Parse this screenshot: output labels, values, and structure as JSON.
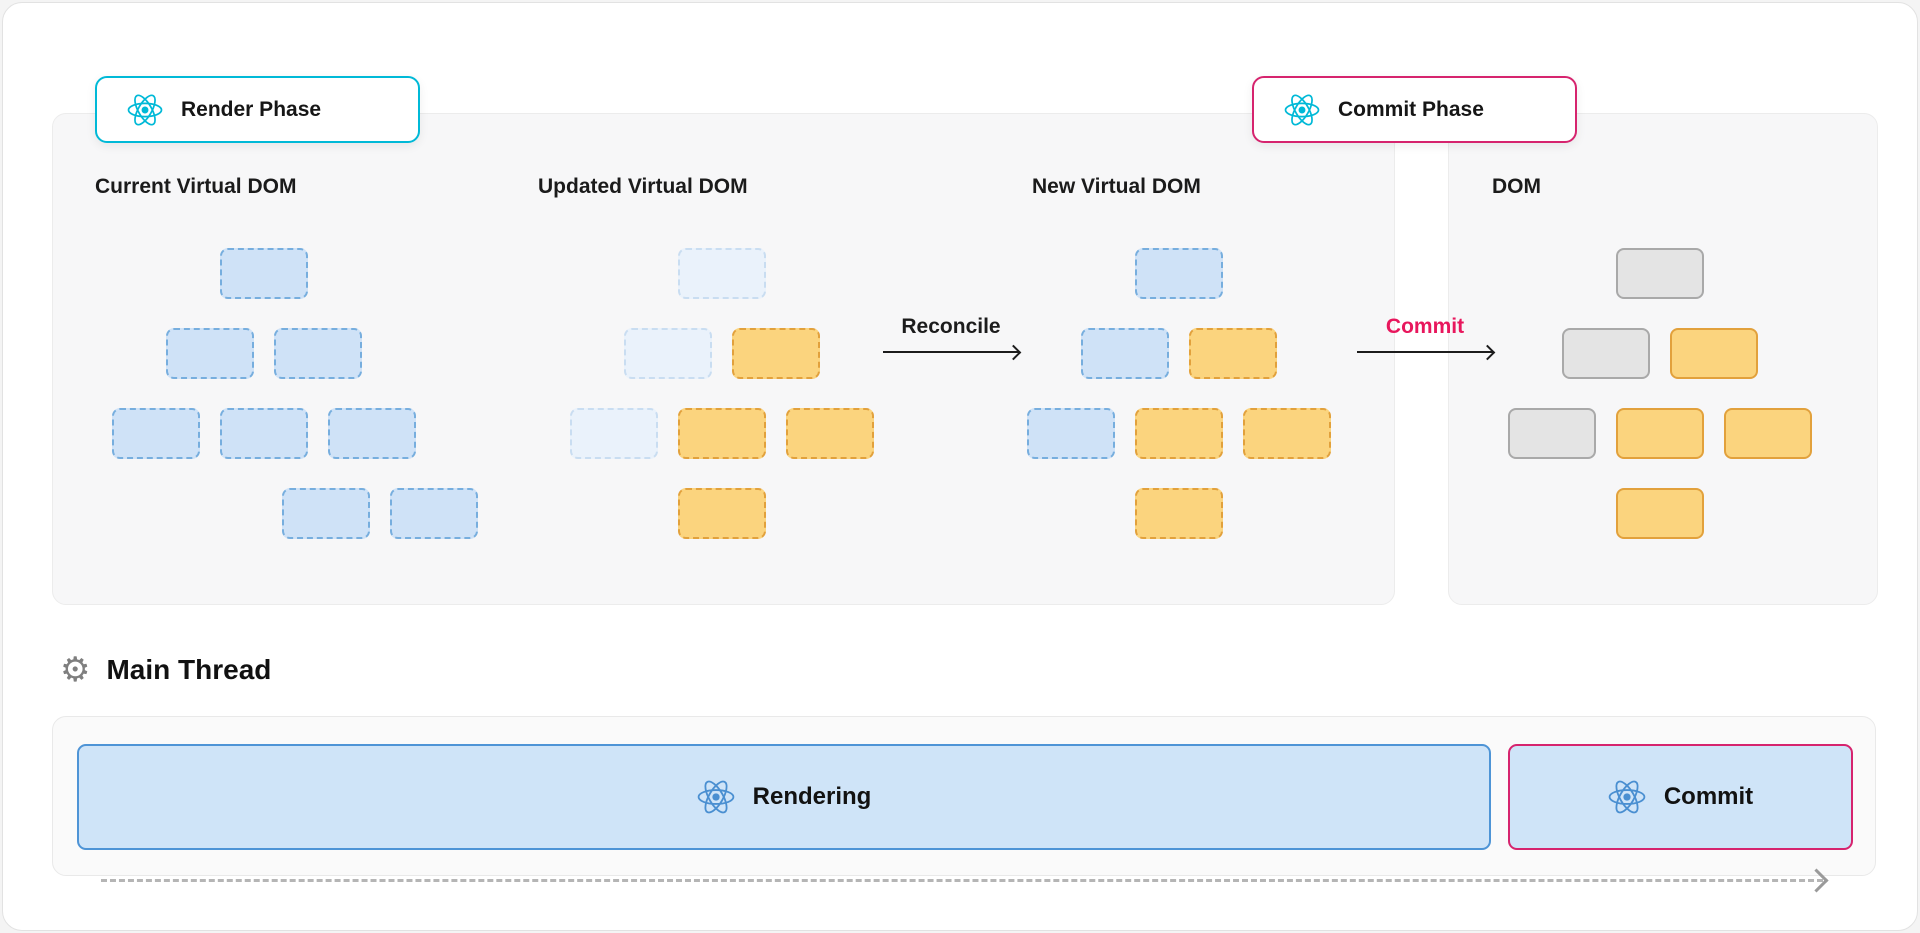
{
  "colors": {
    "cyan": "#00b9d7",
    "pink": "#d6246e",
    "pink_text": "#e8175d",
    "react_blue": "#4a8fd1",
    "bar_fill": "#cfe4f8",
    "bar_border_blue": "#4e94d6",
    "node_blue_fill": "#cfe2f7",
    "node_blue_border": "#77aede",
    "node_faded_fill": "#eaf2fb",
    "node_faded_border": "#c9ddf1",
    "node_orange_fill": "#fbd47e",
    "node_orange_border": "#e2a13c",
    "node_gray_fill": "#e4e4e4",
    "node_gray_border": "#a9a9a9",
    "arrow_black": "#1c1c1c",
    "dashed_gray": "#b5b5b5"
  },
  "badges": {
    "render": {
      "label": "Render Phase"
    },
    "commit": {
      "label": "Commit Phase"
    }
  },
  "diagram": {
    "trees": [
      {
        "id": "current-virtual-dom",
        "title": "Current Virtual DOM",
        "node_style": "dashed",
        "rows": [
          {
            "nodes": [
              "blue"
            ]
          },
          {
            "nodes": [
              "blue",
              "blue"
            ]
          },
          {
            "nodes": [
              "blue",
              "blue",
              "blue"
            ]
          },
          {
            "nodes": [
              "blue",
              "blue"
            ],
            "offset_right": true
          }
        ]
      },
      {
        "id": "updated-virtual-dom",
        "title": "Updated Virtual DOM",
        "node_style": "dashed",
        "rows": [
          {
            "nodes": [
              "faded"
            ]
          },
          {
            "nodes": [
              "faded",
              "orange"
            ]
          },
          {
            "nodes": [
              "faded",
              "orange",
              "orange"
            ]
          },
          {
            "nodes": [
              "orange"
            ]
          }
        ]
      },
      {
        "id": "new-virtual-dom",
        "title": "New Virtual DOM",
        "node_style": "dashed",
        "rows": [
          {
            "nodes": [
              "blue"
            ]
          },
          {
            "nodes": [
              "blue",
              "orange"
            ]
          },
          {
            "nodes": [
              "blue",
              "orange",
              "orange"
            ]
          },
          {
            "nodes": [
              "orange"
            ]
          }
        ]
      },
      {
        "id": "dom",
        "title": "DOM",
        "node_style": "solid",
        "rows": [
          {
            "nodes": [
              "gray"
            ]
          },
          {
            "nodes": [
              "gray",
              "orange"
            ]
          },
          {
            "nodes": [
              "gray",
              "orange",
              "orange"
            ]
          },
          {
            "nodes": [
              "orange"
            ]
          }
        ]
      }
    ],
    "arrows": [
      {
        "id": "reconcile",
        "label": "Reconcile"
      },
      {
        "id": "commit",
        "label": "Commit"
      }
    ]
  },
  "main_thread": {
    "title": "Main Thread",
    "bars": [
      {
        "id": "rendering",
        "label": "Rendering"
      },
      {
        "id": "commit",
        "label": "Commit"
      }
    ]
  }
}
